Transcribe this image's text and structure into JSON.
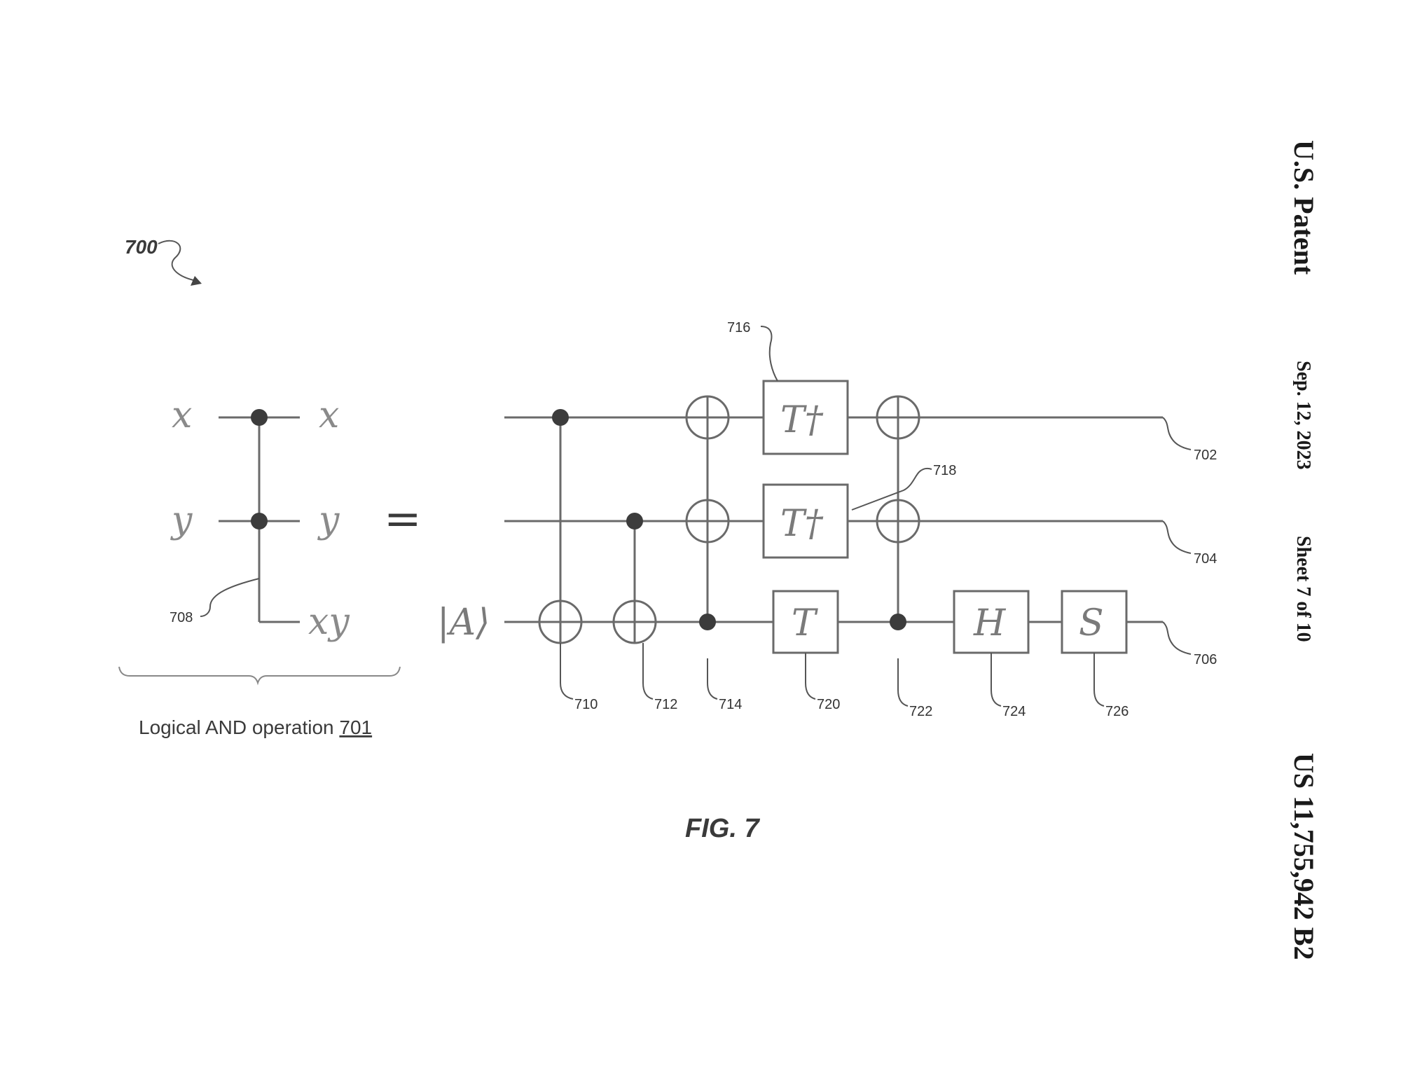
{
  "header": {
    "patent_label": "U.S. Patent",
    "date": "Sep. 12, 2023",
    "sheet": "Sheet 7 of 10",
    "patent_number": "US 11,755,942 B2"
  },
  "figure": {
    "number_ref": "700",
    "caption": "FIG. 7"
  },
  "and_operation": {
    "input_x": "x",
    "input_y": "y",
    "output_x": "x",
    "output_y": "y",
    "output_xy": "xy",
    "equals": "=",
    "wire_ref": "708",
    "caption_text": "Logical AND operation ",
    "caption_ref": "701"
  },
  "circuit": {
    "ancilla_label": "|A⟩",
    "gates": {
      "tdag_top": "T†",
      "tdag_mid": "T†",
      "t": "T",
      "h": "H",
      "s": "S"
    },
    "refs": {
      "wire_top": "702",
      "wire_mid": "704",
      "wire_bottom": "706",
      "cnot_1": "710",
      "cnot_2": "712",
      "cnot_3": "714",
      "gate_tdag_top": "716",
      "gate_tdag_mid": "718",
      "gate_t": "720",
      "cnot_4": "722",
      "gate_h": "724",
      "gate_s": "726"
    }
  }
}
